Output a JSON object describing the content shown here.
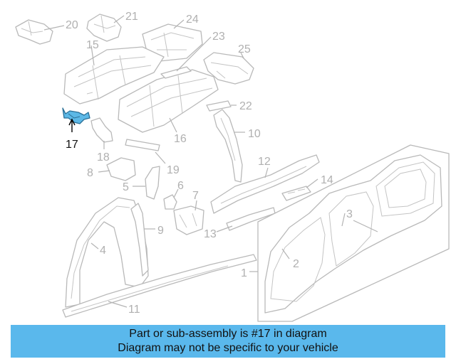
{
  "diagram": {
    "highlighted_part": "17",
    "callouts": [
      "20",
      "21",
      "24",
      "15",
      "23",
      "25",
      "22",
      "10",
      "17",
      "16",
      "18",
      "12",
      "19",
      "8",
      "14",
      "5",
      "6",
      "7",
      "3",
      "9",
      "13",
      "4",
      "2",
      "1",
      "11"
    ]
  },
  "banner": {
    "line1": "Part or sub-assembly is #17 in diagram",
    "line2": "Diagram may not be specific to your vehicle",
    "color": "#5ab8ec"
  },
  "colors": {
    "highlight_fill": "#5cb8e6",
    "line_art": "#b9b9b9"
  }
}
